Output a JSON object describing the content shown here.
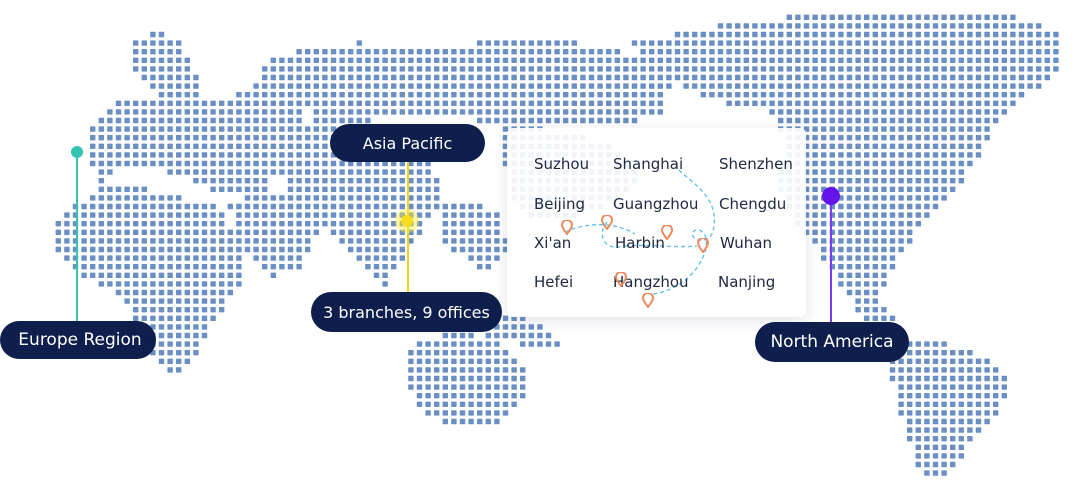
{
  "regions": {
    "europe": "Europe Region",
    "asia_pacific": "Asia Pacific",
    "asia_summary": "3 branches, 9 offices",
    "north_america": "North America"
  },
  "cities": [
    "Suzhou",
    "Shanghai",
    "Shenzhen",
    "Beijing",
    "Guangzhou",
    "Chengdu",
    "Xi'an",
    "Harbin",
    "Wuhan",
    "Hefei",
    "Hangzhou",
    "Nanjing"
  ],
  "icons": {
    "map": "dotted-world-map",
    "pin": "map-pin-icon"
  },
  "colors": {
    "map_dot": "#6b8fc2",
    "pill_bg": "#0e1f4d",
    "europe_accent": "#34c3ae",
    "asia_accent": "#f7dd1e",
    "north_america_accent": "#6413ea",
    "pin": "#f08a5d",
    "route": "#5bc0eb"
  }
}
